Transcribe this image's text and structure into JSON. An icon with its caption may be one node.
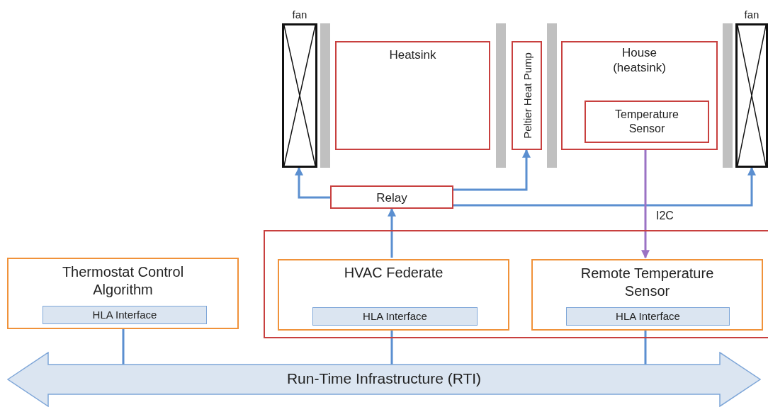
{
  "diagram": {
    "nodes": [
      {
        "text": [
          "fan"
        ]
      },
      {
        "text": [],
        "shape": "bar"
      },
      {
        "text": [
          "Heatsink"
        ]
      },
      {
        "text": [],
        "shape": "bar"
      },
      {
        "text": [
          "Peltier Heat Pump"
        ]
      },
      {
        "text": [],
        "shape": "bar"
      },
      {
        "text": [
          "House (heatsink)"
        ]
      },
      {
        "text": [
          "Temperature Sensor"
        ],
        "in": 6
      },
      {
        "text": [],
        "shape": "bar"
      },
      {
        "text": [
          "fan"
        ]
      },
      {
        "text": [
          "Relay"
        ]
      },
      {
        "text": [],
        "shape": "box"
      },
      {
        "text": [
          "Thermostat Control Algorithm"
        ]
      },
      {
        "text": [
          "HLA Interface"
        ],
        "in": 12
      },
      {
        "text": [
          "HVAC Federate"
        ],
        "in": 11
      },
      {
        "text": [
          "HLA Interface"
        ],
        "in": 14
      },
      {
        "text": [
          "Remote Temperature Sensor"
        ],
        "in": 11
      },
      {
        "text": [
          "HLA Interface"
        ],
        "in": 16
      },
      {
        "text": [
          "Run-Time Infrastructure (RTI)"
        ]
      }
    ],
    "edges": [
      {
        "from": 10,
        "to": 0,
        "arrow": "to"
      },
      {
        "from": 10,
        "to": 4,
        "arrow": "to"
      },
      {
        "from": 10,
        "to": 9,
        "arrow": "to"
      },
      {
        "from": 14,
        "to": 10,
        "arrow": "to"
      },
      {
        "from": 7,
        "to": 16,
        "arrow": "to",
        "label": "I2C",
        "color": "#9b72c4"
      },
      {
        "from": 13,
        "to": 18,
        "arrow": "none"
      },
      {
        "from": 15,
        "to": 18,
        "arrow": "none"
      },
      {
        "from": 17,
        "to": 18,
        "arrow": "none"
      }
    ]
  }
}
